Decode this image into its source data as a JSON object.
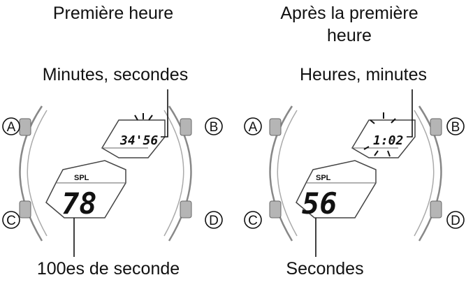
{
  "left": {
    "heading": "Première heure",
    "top_label": "Minutes, secondes",
    "bottom_label": "100es de seconde",
    "upper_display": "34'56",
    "mode_indicator": "SPL",
    "lower_display": "78"
  },
  "right": {
    "heading_line1": "Après la première",
    "heading_line2": "heure",
    "top_label": "Heures, minutes",
    "bottom_label": "Secondes",
    "upper_display": "1:02",
    "mode_indicator": "SPL",
    "lower_display": "56"
  },
  "buttons": {
    "a": "A",
    "b": "B",
    "c": "C",
    "d": "D"
  }
}
